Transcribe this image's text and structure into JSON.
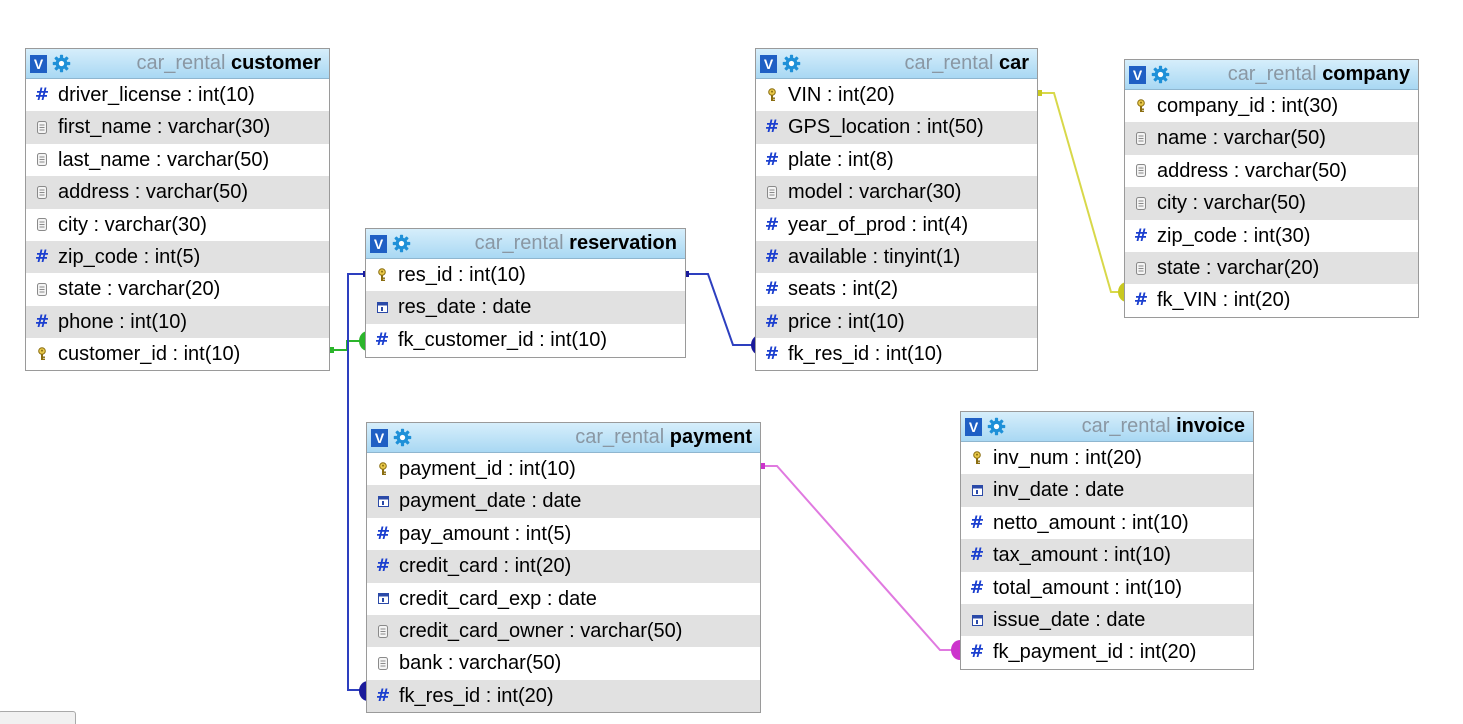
{
  "db_name": "car_rental",
  "toggle_label": "V",
  "colors": {
    "header_top": "#d6eefb",
    "header_bottom": "#a9d8f3",
    "alt_row": "#e1e1e1",
    "link_blue": "#2d3fbf",
    "link_green": "#2bb52b",
    "link_yellow": "#d8d84a",
    "link_magenta": "#e07ae0"
  },
  "tables": {
    "customer": {
      "name": "customer",
      "columns": [
        {
          "icon": "hash-icon",
          "text": "driver_license : int(10)"
        },
        {
          "icon": "text-icon",
          "text": "first_name : varchar(30)"
        },
        {
          "icon": "text-icon",
          "text": "last_name : varchar(50)"
        },
        {
          "icon": "text-icon",
          "text": "address : varchar(50)"
        },
        {
          "icon": "text-icon",
          "text": "city : varchar(30)"
        },
        {
          "icon": "hash-icon",
          "text": "zip_code : int(5)"
        },
        {
          "icon": "text-icon",
          "text": "state : varchar(20)"
        },
        {
          "icon": "hash-icon",
          "text": "phone : int(10)"
        },
        {
          "icon": "key-icon",
          "text": "customer_id : int(10)"
        }
      ]
    },
    "reservation": {
      "name": "reservation",
      "columns": [
        {
          "icon": "key-icon",
          "text": "res_id : int(10)"
        },
        {
          "icon": "date-icon",
          "text": "res_date : date"
        },
        {
          "icon": "hash-icon",
          "text": "fk_customer_id : int(10)"
        }
      ]
    },
    "car": {
      "name": "car",
      "columns": [
        {
          "icon": "key-icon",
          "text": "VIN : int(20)"
        },
        {
          "icon": "hash-icon",
          "text": "GPS_location : int(50)"
        },
        {
          "icon": "hash-icon",
          "text": "plate : int(8)"
        },
        {
          "icon": "text-icon",
          "text": "model : varchar(30)"
        },
        {
          "icon": "hash-icon",
          "text": "year_of_prod : int(4)"
        },
        {
          "icon": "hash-icon",
          "text": "available : tinyint(1)"
        },
        {
          "icon": "hash-icon",
          "text": "seats : int(2)"
        },
        {
          "icon": "hash-icon",
          "text": "price : int(10)"
        },
        {
          "icon": "hash-icon",
          "text": "fk_res_id : int(10)"
        }
      ]
    },
    "company": {
      "name": "company",
      "columns": [
        {
          "icon": "key-icon",
          "text": "company_id : int(30)"
        },
        {
          "icon": "text-icon",
          "text": "name : varchar(50)"
        },
        {
          "icon": "text-icon",
          "text": "address : varchar(50)"
        },
        {
          "icon": "text-icon",
          "text": "city : varchar(50)"
        },
        {
          "icon": "hash-icon",
          "text": "zip_code : int(30)"
        },
        {
          "icon": "text-icon",
          "text": "state : varchar(20)"
        },
        {
          "icon": "hash-icon",
          "text": "fk_VIN : int(20)"
        }
      ]
    },
    "payment": {
      "name": "payment",
      "columns": [
        {
          "icon": "key-icon",
          "text": "payment_id : int(10)"
        },
        {
          "icon": "date-icon",
          "text": "payment_date : date"
        },
        {
          "icon": "hash-icon",
          "text": "pay_amount : int(5)"
        },
        {
          "icon": "hash-icon",
          "text": "credit_card : int(20)"
        },
        {
          "icon": "date-icon",
          "text": "credit_card_exp : date"
        },
        {
          "icon": "text-icon",
          "text": "credit_card_owner : varchar(50)"
        },
        {
          "icon": "text-icon",
          "text": "bank : varchar(50)"
        },
        {
          "icon": "hash-icon",
          "text": "fk_res_id : int(20)"
        }
      ]
    },
    "invoice": {
      "name": "invoice",
      "columns": [
        {
          "icon": "key-icon",
          "text": "inv_num : int(20)"
        },
        {
          "icon": "date-icon",
          "text": "inv_date : date"
        },
        {
          "icon": "hash-icon",
          "text": "netto_amount : int(10)"
        },
        {
          "icon": "hash-icon",
          "text": "tax_amount : int(10)"
        },
        {
          "icon": "hash-icon",
          "text": "total_amount : int(10)"
        },
        {
          "icon": "date-icon",
          "text": "issue_date : date"
        },
        {
          "icon": "hash-icon",
          "text": "fk_payment_id : int(20)"
        }
      ]
    }
  },
  "relations": [
    {
      "from": "customer.customer_id",
      "to": "reservation.fk_customer_id",
      "color": "link_green"
    },
    {
      "from": "reservation.res_id",
      "to": "car.fk_res_id",
      "color": "link_blue"
    },
    {
      "from": "reservation.res_id",
      "to": "payment.fk_res_id",
      "color": "link_blue"
    },
    {
      "from": "car.VIN",
      "to": "company.fk_VIN",
      "color": "link_yellow"
    },
    {
      "from": "payment.payment_id",
      "to": "invoice.fk_payment_id",
      "color": "link_magenta"
    }
  ]
}
